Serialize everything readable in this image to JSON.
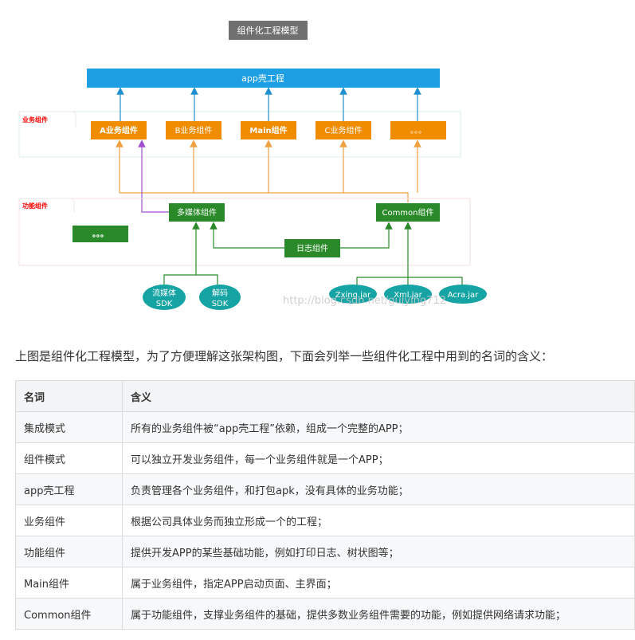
{
  "diagram": {
    "title": "组件化工程模型",
    "shell": "app壳工程",
    "business_group_label": "业务组件",
    "business_components": [
      "A业务组件",
      "B业务组件",
      "Main组件",
      "C业务组件",
      "。。。"
    ],
    "function_group_label": "功能组件",
    "function_components": {
      "dots": "。。。",
      "multimedia": "多媒体组件",
      "common": "Common组件",
      "log": "日志组件"
    },
    "sdks": [
      {
        "line1": "流媒体",
        "line2": "SDK"
      },
      {
        "line1": "解码",
        "line2": "SDK"
      }
    ],
    "jars": [
      "Zxing.jar",
      "Xml.jar",
      "Acra.jar"
    ],
    "watermark": "http://blog.csdn.net/guiying712",
    "colors": {
      "title_bg": "#707070",
      "shell": "#1e9fe3",
      "business": "#f08c00",
      "function": "#2a8a2a",
      "lib": "#15a3a3",
      "arrow_blue": "#1e90d0",
      "arrow_orange": "#f0a040",
      "arrow_green": "#2a8a2a",
      "arrow_purple": "#a050d0",
      "group_label": "#ff0000"
    }
  },
  "intro": "上图是组件化工程模型，为了方便理解这张架构图，下面会列举一些组件化工程中用到的名词的含义：",
  "table": {
    "headers": [
      "名词",
      "含义"
    ],
    "rows": [
      [
        "集成模式",
        "所有的业务组件被“app壳工程”依赖，组成一个完整的APP；"
      ],
      [
        "组件模式",
        "可以独立开发业务组件，每一个业务组件就是一个APP；"
      ],
      [
        "app壳工程",
        "负责管理各个业务组件，和打包apk，没有具体的业务功能；"
      ],
      [
        "业务组件",
        "根据公司具体业务而独立形成一个的工程；"
      ],
      [
        "功能组件",
        "提供开发APP的某些基础功能，例如打印日志、树状图等；"
      ],
      [
        "Main组件",
        "属于业务组件，指定APP启动页面、主界面；"
      ],
      [
        "Common组件",
        "属于功能组件，支撑业务组件的基础，提供多数业务组件需要的功能，例如提供网络请求功能；"
      ]
    ]
  }
}
